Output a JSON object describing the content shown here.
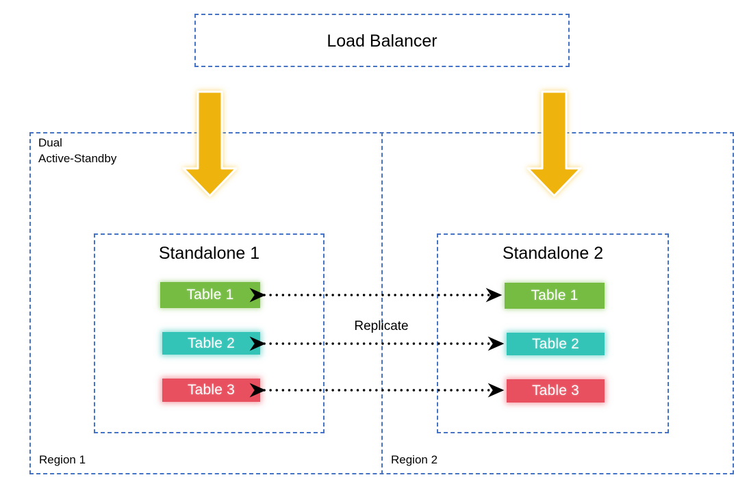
{
  "diagram": {
    "load_balancer": {
      "label": "Load Balancer"
    },
    "outer_region_note": "Dual\nActive-Standby",
    "regions": [
      {
        "id": "region-1",
        "label": "Region 1"
      },
      {
        "id": "region-2",
        "label": "Region 2"
      }
    ],
    "standalones": [
      {
        "id": "standalone-1",
        "title": "Standalone 1",
        "tables": [
          {
            "label": "Table 1",
            "color": "#76bc43"
          },
          {
            "label": "Table 2",
            "color": "#33c3b7"
          },
          {
            "label": "Table 3",
            "color": "#e8505f"
          }
        ]
      },
      {
        "id": "standalone-2",
        "title": "Standalone 2",
        "tables": [
          {
            "label": "Table 1",
            "color": "#76bc43"
          },
          {
            "label": "Table 2",
            "color": "#33c3b7"
          },
          {
            "label": "Table 3",
            "color": "#e8505f"
          }
        ]
      }
    ],
    "replication": {
      "label": "Replicate",
      "link_count": 3,
      "bidirectional": true
    },
    "traffic_arrows": {
      "count": 2,
      "color": "#efb310",
      "direction": "down"
    },
    "colors": {
      "border_blue": "#4472c4",
      "arrow_yellow": "#efb310",
      "table_green": "#76bc43",
      "table_teal": "#33c3b7",
      "table_red": "#e8505f",
      "background": "#ffffff",
      "link_black": "#000000"
    }
  }
}
